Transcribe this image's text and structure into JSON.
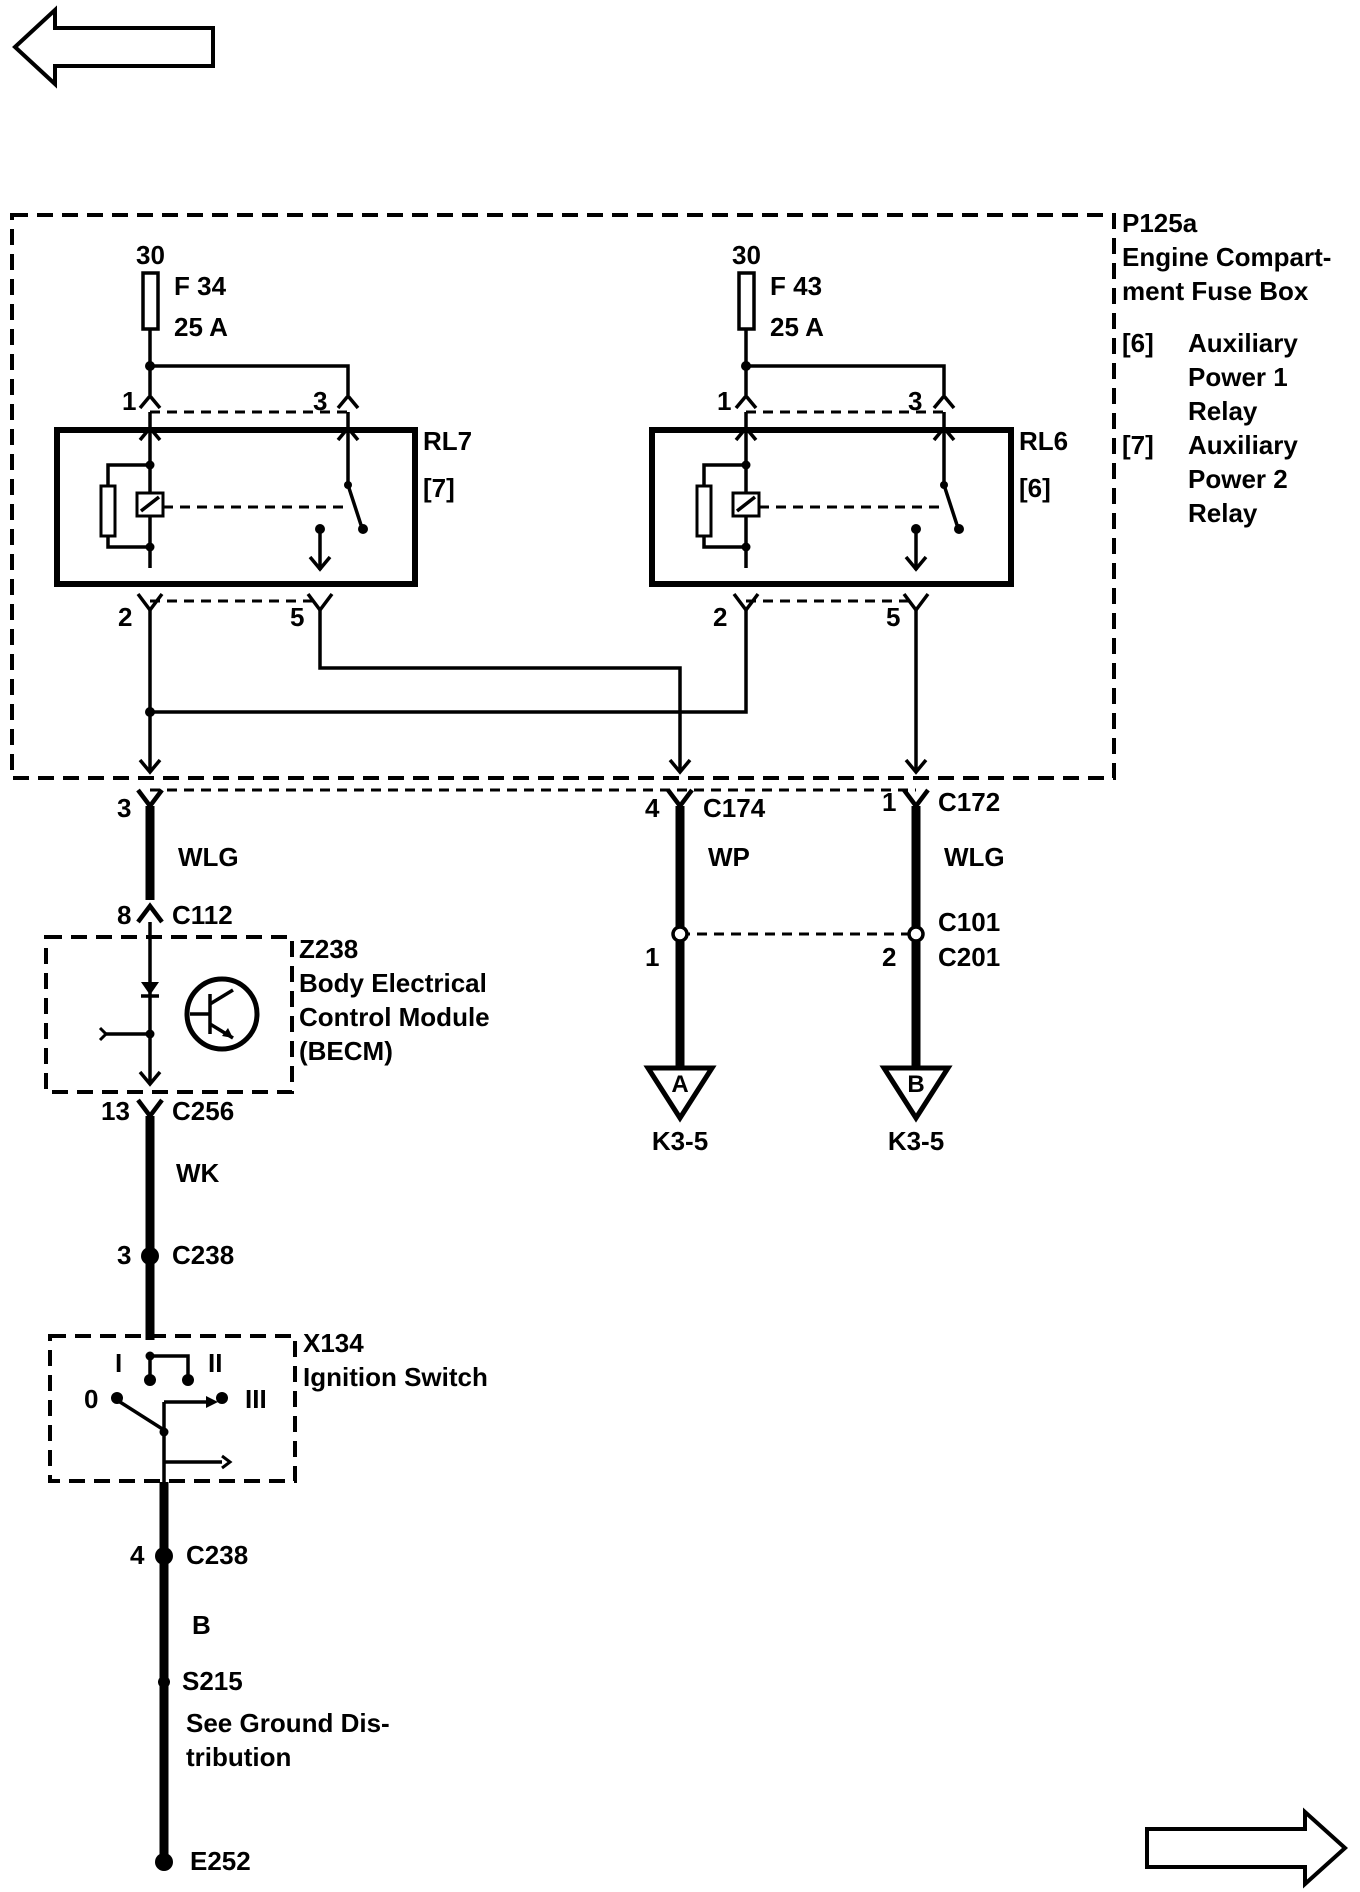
{
  "nav": {
    "prev_icon": "arrow-left-outline-icon",
    "next_icon": "arrow-right-outline-icon"
  },
  "fuse_box": {
    "code": "P125a",
    "name_line1": "Engine Compart-",
    "name_line2": "ment Fuse Box",
    "legend": [
      {
        "ref": "[6]",
        "line1": "Auxiliary",
        "line2": "Power 1",
        "line3": "Relay"
      },
      {
        "ref": "[7]",
        "line1": "Auxiliary",
        "line2": "Power 2",
        "line3": "Relay"
      }
    ]
  },
  "fuses": [
    {
      "supply": "30",
      "name": "F 34",
      "rating": "25 A"
    },
    {
      "supply": "30",
      "name": "F 43",
      "rating": "25 A"
    }
  ],
  "relays": [
    {
      "name": "RL7",
      "ref": "[7]",
      "pin1": "1",
      "pin3": "3",
      "pin2": "2",
      "pin5": "5"
    },
    {
      "name": "RL6",
      "ref": "[6]",
      "pin1": "1",
      "pin3": "3",
      "pin2": "2",
      "pin5": "5"
    }
  ],
  "connectors": {
    "left_top_pin": "3",
    "c174_pin": "4",
    "c174": "C174",
    "c172_pin": "1",
    "c172": "C172",
    "c112_pin": "8",
    "c112": "C112",
    "c101": "C101",
    "c101_pin": "1",
    "c201": "C201",
    "c201_pin": "2",
    "c256_pin": "13",
    "c256": "C256",
    "c238a_pin": "3",
    "c238a": "C238",
    "c238b_pin": "4",
    "c238b": "C238"
  },
  "wires": {
    "wlg_left": "WLG",
    "wp": "WP",
    "wlg_right": "WLG",
    "wk": "WK",
    "b": "B"
  },
  "becm": {
    "code": "Z238",
    "line1": "Body Electrical",
    "line2": "Control Module",
    "line3": "(BECM)"
  },
  "ignition": {
    "code": "X134",
    "name": "Ignition Switch",
    "pos_0": "0",
    "pos_1": "I",
    "pos_2": "II",
    "pos_3": "III"
  },
  "offpage": [
    {
      "letter": "A",
      "ref": "K3-5"
    },
    {
      "letter": "B",
      "ref": "K3-5"
    }
  ],
  "ground": {
    "splice": "S215",
    "note_line1": "See Ground Dis-",
    "note_line2": "tribution",
    "point": "E252"
  }
}
